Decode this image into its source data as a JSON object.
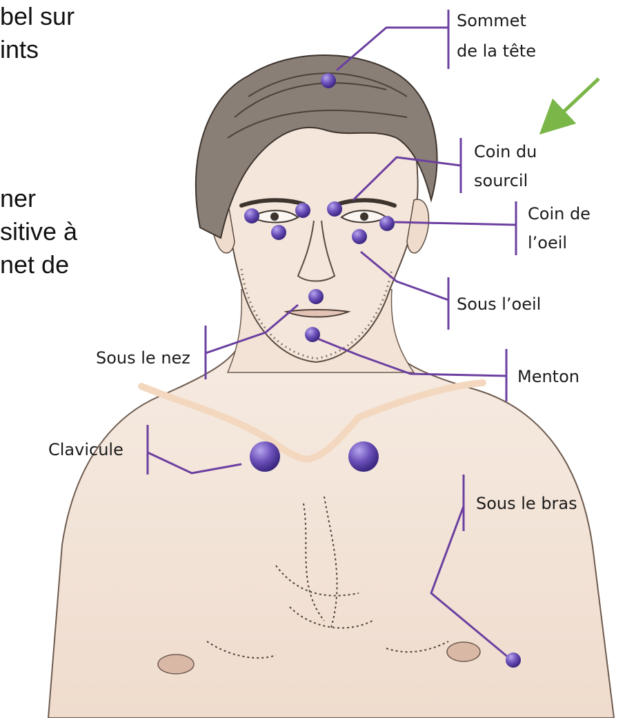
{
  "background_text": {
    "top_lines": [
      "bel sur",
      "ints"
    ],
    "mid_lines": [
      "ner",
      "sitive à",
      "net de"
    ]
  },
  "labels": {
    "sommet_line1": "Sommet",
    "sommet_line2": "de la tête",
    "coin_sourcil_line1": "Coin du",
    "coin_sourcil_line2": "sourcil",
    "coin_oeil_line1": "Coin de",
    "coin_oeil_line2": "l’oeil",
    "sous_oeil": "Sous l’oeil",
    "sous_nez": "Sous le nez",
    "menton": "Menton",
    "clavicule": "Clavicule",
    "sous_bras": "Sous le bras"
  },
  "colors": {
    "point": "#6a4fb8",
    "leader_line": "#6b3fa0",
    "arrow": "#7ab648",
    "skin": "#f3e3d6",
    "hair": "#8a7f76"
  }
}
